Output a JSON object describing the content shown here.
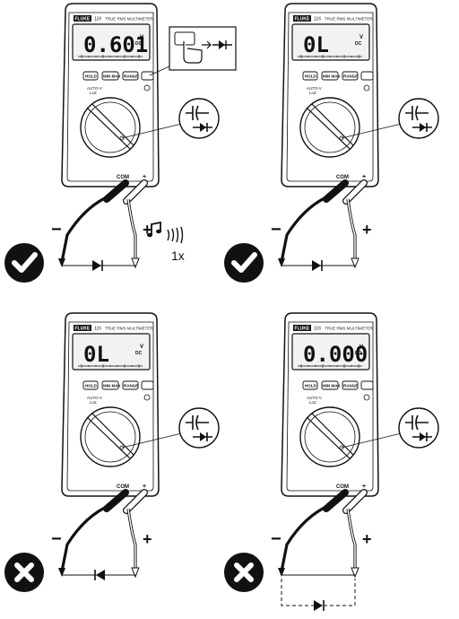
{
  "meter": {
    "brand": "FLUKE",
    "model": "116",
    "title": "TRUE RMS MULTIMETER",
    "buttons": [
      "HOLD",
      "MIN MAX",
      "RANGE"
    ],
    "auto_label": "AUTO-V",
    "loz_label": "LoZ",
    "com_label": "COM",
    "plus_label": "+",
    "dc_label": "DC",
    "volt_label": "V"
  },
  "panels": [
    {
      "id": "top-left",
      "reading": "0.601",
      "unit": "V",
      "status": "pass",
      "beep": true,
      "beep_text": "1x",
      "probe_sign_neg": "−",
      "probe_sign_pos": "+"
    },
    {
      "id": "top-right",
      "reading": "0L",
      "unit": "V",
      "status": "pass",
      "beep": false,
      "probe_sign_neg": "−",
      "probe_sign_pos": "+"
    },
    {
      "id": "bottom-left",
      "reading": "0L",
      "unit": "V",
      "status": "fail",
      "beep": false,
      "probe_sign_neg": "−",
      "probe_sign_pos": "+"
    },
    {
      "id": "bottom-right",
      "reading": "0.000",
      "unit": "V",
      "status": "fail",
      "beep": false,
      "probe_sign_neg": "−",
      "probe_sign_pos": "+"
    }
  ],
  "colors": {
    "pass_badge": "#111111",
    "fail_badge": "#111111",
    "ink": "#111111",
    "screen": "#f2f2f2"
  },
  "icons": [
    "meter",
    "diode-symbol",
    "capacitor-symbol",
    "check-badge",
    "cross-badge",
    "press-button-hand",
    "beep-note"
  ]
}
